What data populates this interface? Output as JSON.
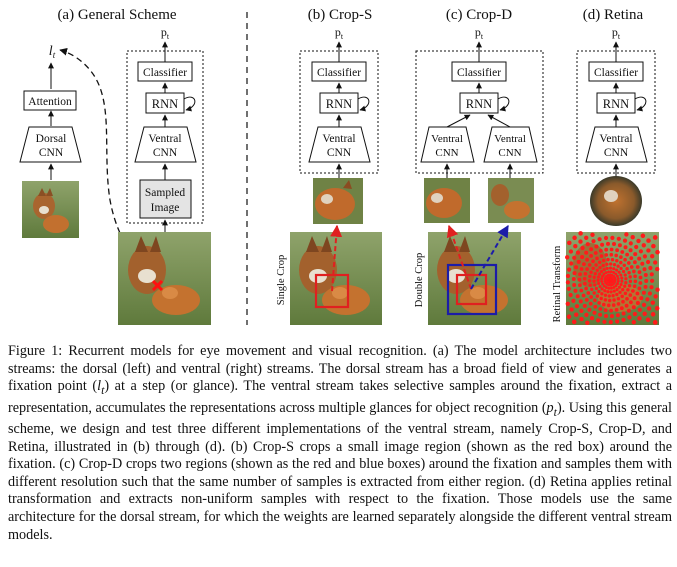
{
  "panels": {
    "a": {
      "title": "(a) General Scheme",
      "attention": "Attention",
      "dorsal_line1": "Dorsal",
      "dorsal_line2": "CNN",
      "lt": "l",
      "lt_sub": "t",
      "pt": "p",
      "pt_sub": "t",
      "classifier": "Classifier",
      "rnn": "RNN",
      "ventral_line1": "Ventral",
      "ventral_line2": "CNN",
      "sampled_line1": "Sampled",
      "sampled_line2": "Image"
    },
    "b": {
      "title": "(b) Crop-S",
      "pt": "p",
      "pt_sub": "t",
      "classifier": "Classifier",
      "rnn": "RNN",
      "ventral_line1": "Ventral",
      "ventral_line2": "CNN",
      "side_label": "Single Crop"
    },
    "c": {
      "title": "(c) Crop-D",
      "pt": "p",
      "pt_sub": "t",
      "classifier": "Classifier",
      "rnn": "RNN",
      "ventral_line1": "Ventral",
      "ventral_line2": "CNN",
      "side_label": "Double Crop"
    },
    "d": {
      "title": "(d) Retina",
      "pt": "p",
      "pt_sub": "t",
      "classifier": "Classifier",
      "rnn": "RNN",
      "ventral_line1": "Ventral",
      "ventral_line2": "CNN",
      "side_label": "Retinal Transform"
    }
  },
  "caption": {
    "label": "Figure 1:",
    "s1": " Recurrent models for eye movement and visual recognition. (a) The model architecture includes two streams: the dorsal (left) and ventral (right) streams. The dorsal stream has a broad field of view and generates a fixation point (",
    "lt_main": "l",
    "lt_sub": "t",
    "s2": ") at a step (or glance). The ventral stream takes selective samples around the fixation, extract a representation, accumulates the representations across multiple glances for object recognition (",
    "pt_main": "p",
    "pt_sub": "t",
    "s3": "). Using this general scheme, we design and test three different implementations of the ventral stream, namely Crop-S, Crop-D, and Retina, illustrated in (b) through (d). (b) Crop-S crops a small image region (shown as the red box) around the fixation. (c) Crop-D crops two regions (shown as the red and blue boxes) around the fixation and samples them with different resolution such that the same number of samples is extracted from either region. (d) Retina applies retinal transformation and extracts non-uniform samples with respect to the fixation. Those models use the same architecture for the dorsal stream, for which the weights are learned separately alongside the different ventral stream models."
  },
  "colors": {
    "red": "#e02020",
    "blue": "#1c1ca8",
    "sampled_fill": "#e4e4e4",
    "fox": "#b5652a",
    "grass": "#7c9452"
  }
}
